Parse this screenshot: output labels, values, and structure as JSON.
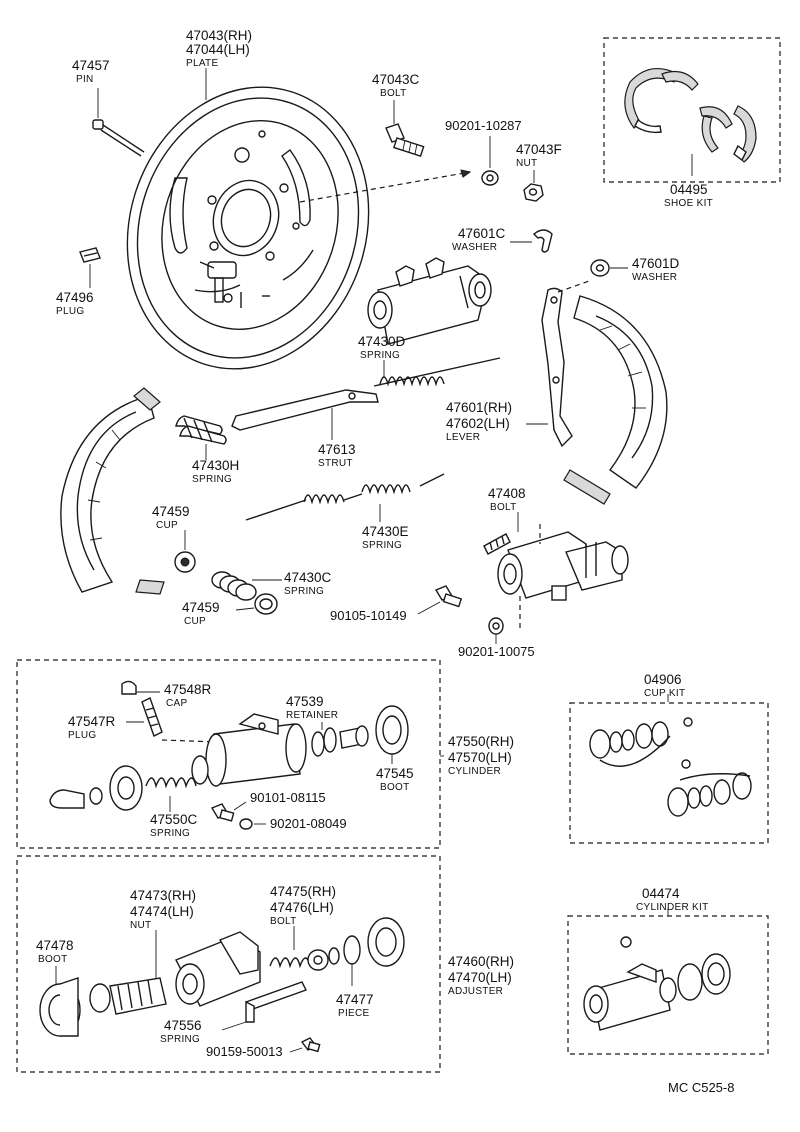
{
  "labels": {
    "plate": {
      "num1": "47043(RH)",
      "num2": "47044(LH)",
      "name": "PLATE"
    },
    "pin": {
      "num": "47457",
      "name": "PIN"
    },
    "bolt_47043c": {
      "num": "47043C",
      "name": "BOLT"
    },
    "washer_90201_10287": {
      "num": "90201-10287"
    },
    "nut_47043f": {
      "num": "47043F",
      "name": "NUT"
    },
    "shoe_kit": {
      "num": "04495",
      "name": "SHOE KIT"
    },
    "plug_47496": {
      "num": "47496",
      "name": "PLUG"
    },
    "washer_47601c": {
      "num": "47601C",
      "name": "WASHER"
    },
    "washer_47601d": {
      "num": "47601D",
      "name": "WASHER"
    },
    "spring_47430d": {
      "num": "47430D",
      "name": "SPRING"
    },
    "lever": {
      "num1": "47601(RH)",
      "num2": "47602(LH)",
      "name": "LEVER"
    },
    "spring_47430h": {
      "num": "47430H",
      "name": "SPRING"
    },
    "strut": {
      "num": "47613",
      "name": "STRUT"
    },
    "bolt_47408": {
      "num": "47408",
      "name": "BOLT"
    },
    "cup_47459_a": {
      "num": "47459",
      "name": "CUP"
    },
    "spring_47430e": {
      "num": "47430E",
      "name": "SPRING"
    },
    "spring_47430c": {
      "num": "47430C",
      "name": "SPRING"
    },
    "cup_47459_b": {
      "num": "47459",
      "name": "CUP"
    },
    "bolt_90105_10149": {
      "num": "90105-10149"
    },
    "washer_90201_10075": {
      "num": "90201-10075"
    },
    "cap_47548r": {
      "num": "47548R",
      "name": "CAP"
    },
    "retainer_47539": {
      "num": "47539",
      "name": "RETAINER"
    },
    "plug_47547r": {
      "num": "47547R",
      "name": "PLUG"
    },
    "cylinder": {
      "num1": "47550(RH)",
      "num2": "47570(LH)",
      "name": "CYLINDER"
    },
    "boot_47545": {
      "num": "47545",
      "name": "BOOT"
    },
    "spring_47550c": {
      "num": "47550C",
      "name": "SPRING"
    },
    "bolt_90101_08115": {
      "num": "90101-08115"
    },
    "washer_90201_08049": {
      "num": "90201-08049"
    },
    "cup_kit": {
      "num": "04906",
      "name": "CUP KIT"
    },
    "nut_adjuster": {
      "num1": "47473(RH)",
      "num2": "47474(LH)",
      "name": "NUT"
    },
    "bolt_adjuster": {
      "num1": "47475(RH)",
      "num2": "47476(LH)",
      "name": "BOLT"
    },
    "boot_47478": {
      "num": "47478",
      "name": "BOOT"
    },
    "adjuster": {
      "num1": "47460(RH)",
      "num2": "47470(LH)",
      "name": "ADJUSTER"
    },
    "piece_47477": {
      "num": "47477",
      "name": "PIECE"
    },
    "spring_47556": {
      "num": "47556",
      "name": "SPRING"
    },
    "bolt_90159_50013": {
      "num": "90159-50013"
    },
    "cylinder_kit": {
      "num": "04474",
      "name": "CYLINDER KIT"
    }
  },
  "footer": {
    "code": "MC  C525-8"
  }
}
